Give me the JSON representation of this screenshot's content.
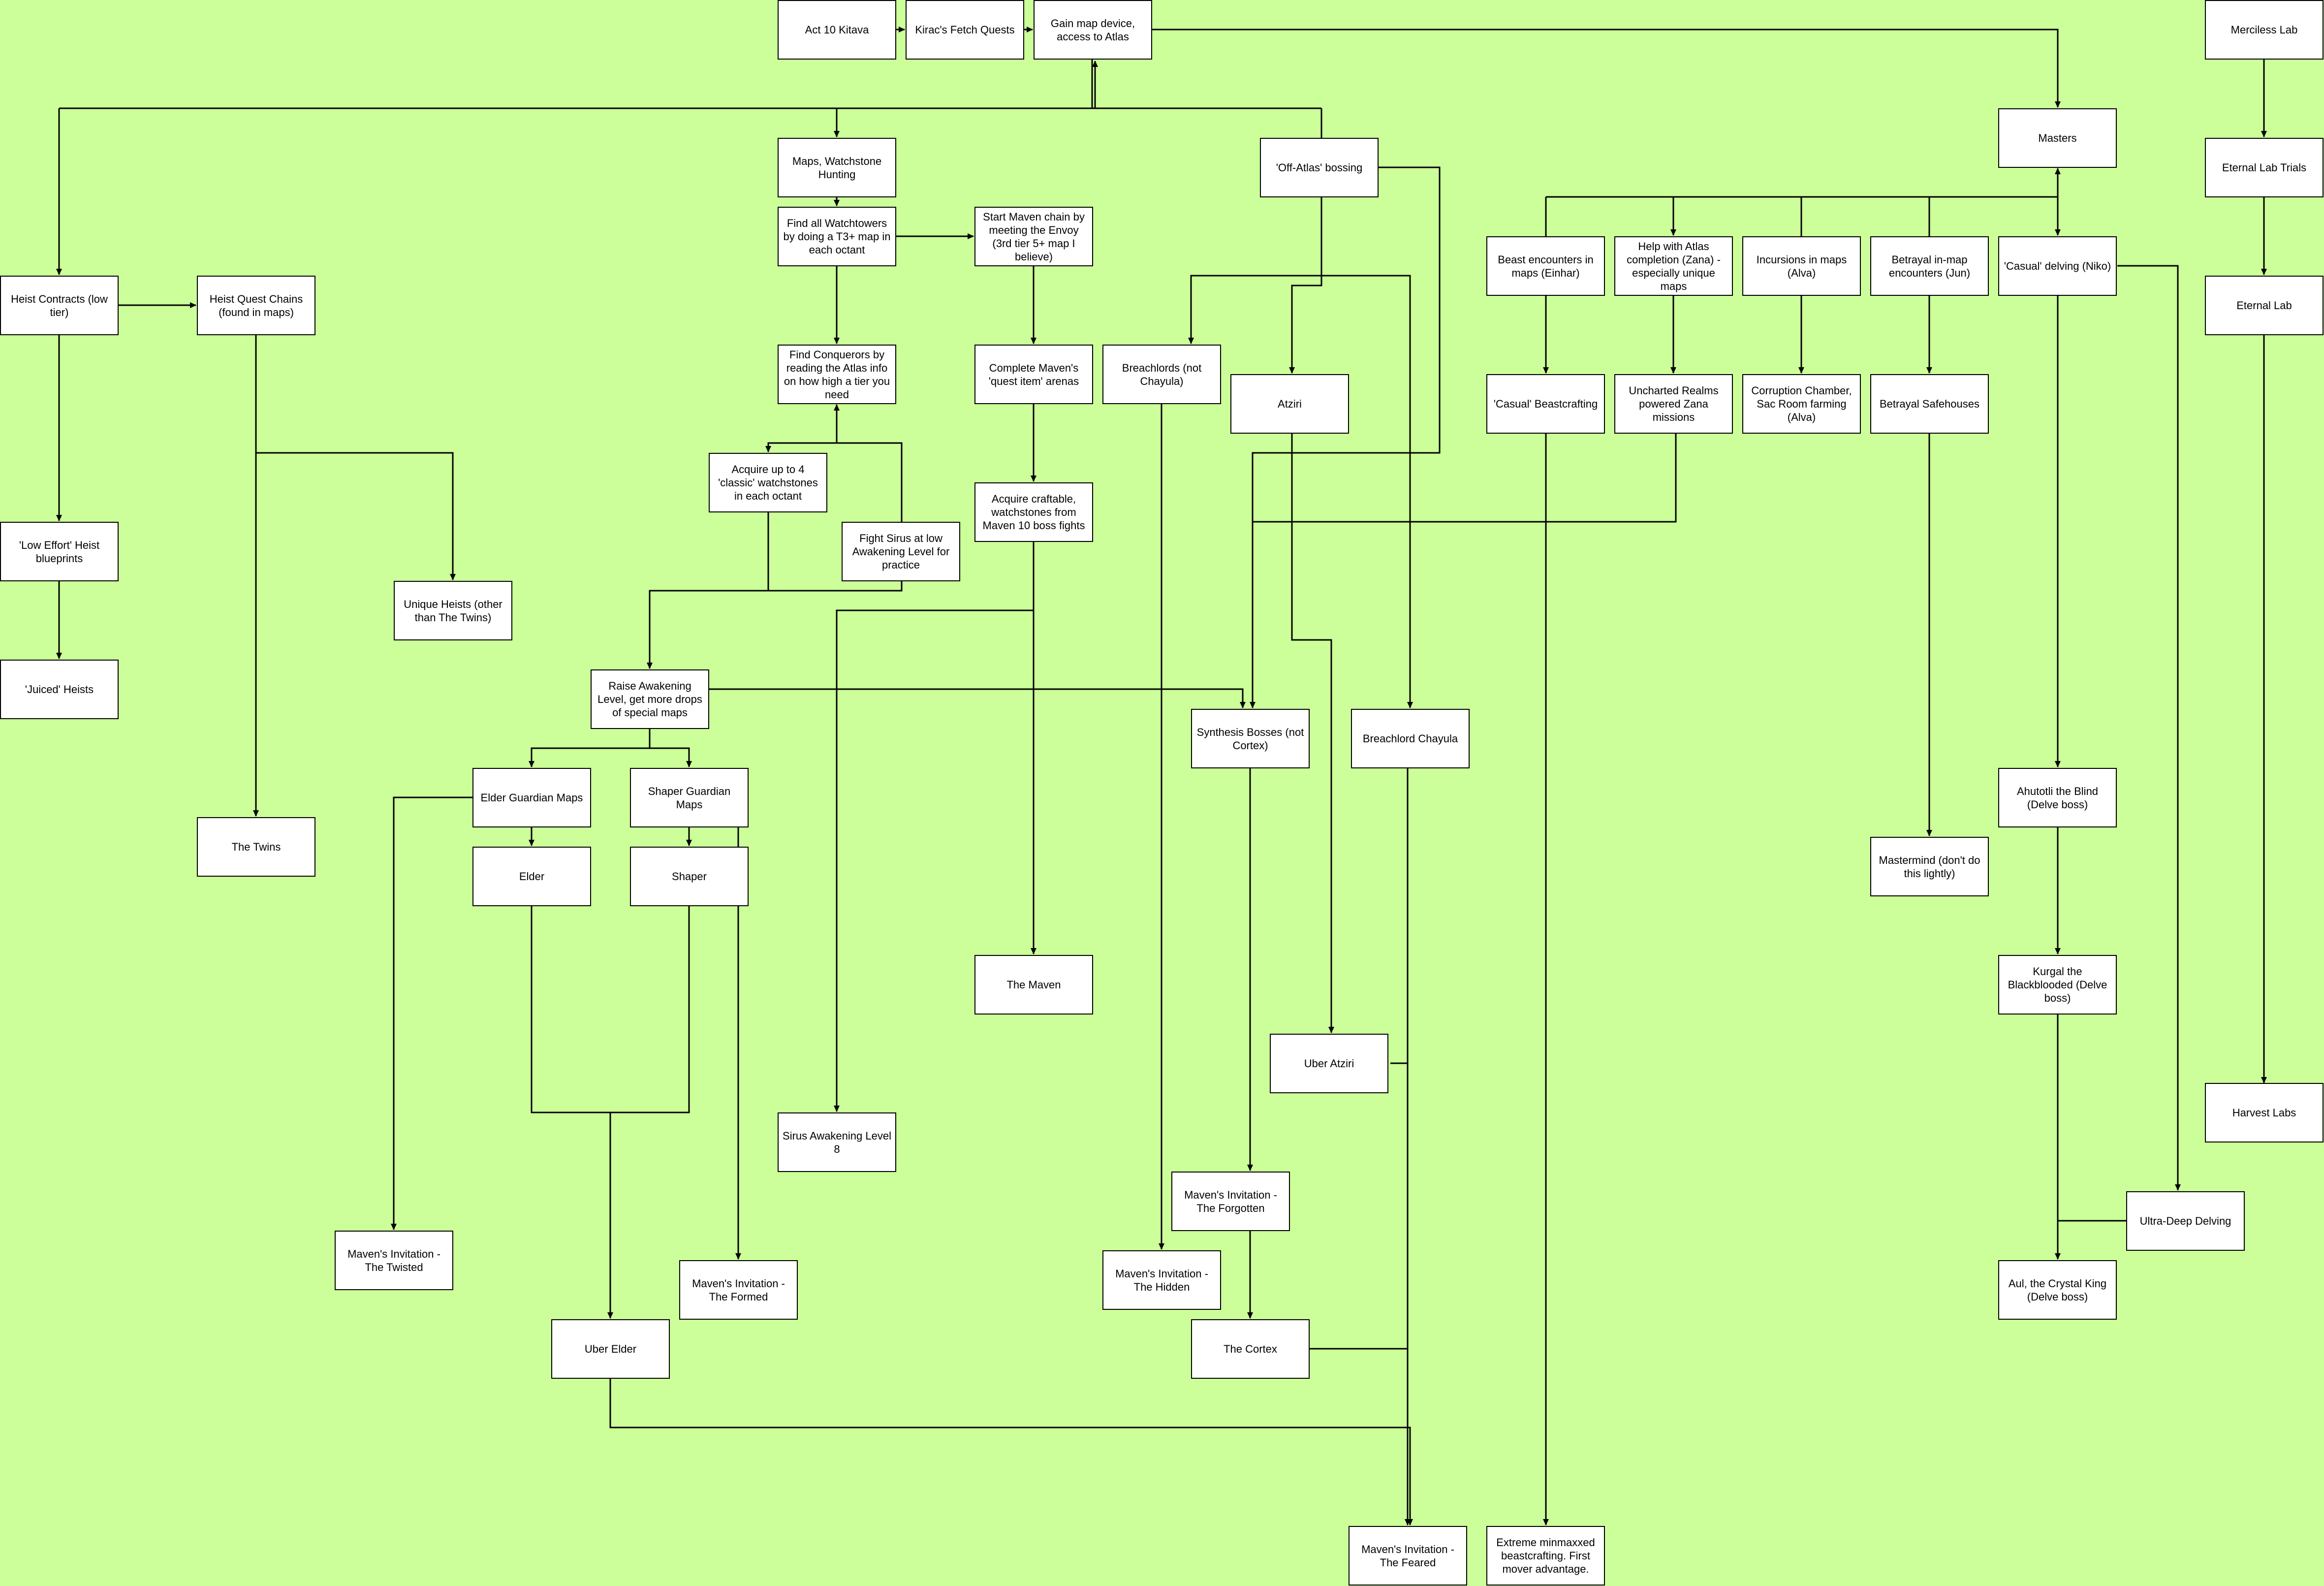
{
  "nodes": [
    {
      "id": "act10",
      "label": "Act 10 Kitava"
    },
    {
      "id": "kirac",
      "label": "Kirac's Fetch Quests"
    },
    {
      "id": "mapdevice",
      "label": "Gain map device, access to Atlas"
    },
    {
      "id": "merciless",
      "label": "Merciless Lab"
    },
    {
      "id": "masters",
      "label": "Masters"
    },
    {
      "id": "maps",
      "label": "Maps, Watchstone Hunting"
    },
    {
      "id": "offatlas",
      "label": "'Off-Atlas' bossing"
    },
    {
      "id": "eternaltrials",
      "label": "Eternal Lab Trials"
    },
    {
      "id": "watchtowers",
      "label": "Find all Watchtowers by doing a T3+ map in each octant"
    },
    {
      "id": "startmaven",
      "label": "Start Maven chain by meeting the Envoy (3rd tier 5+ map I believe)"
    },
    {
      "id": "beast",
      "label": "Beast encounters in maps (Einhar)"
    },
    {
      "id": "zana",
      "label": "Help with Atlas completion (Zana) - especially unique maps"
    },
    {
      "id": "incursions",
      "label": "Incursions in maps (Alva)"
    },
    {
      "id": "betrayal",
      "label": "Betrayal in-map encounters (Jun)"
    },
    {
      "id": "delving",
      "label": "'Casual' delving (Niko)"
    },
    {
      "id": "heistcontracts",
      "label": "Heist Contracts (low tier)"
    },
    {
      "id": "heistquest",
      "label": "Heist Quest Chains (found in maps)"
    },
    {
      "id": "eternallab",
      "label": "Eternal Lab"
    },
    {
      "id": "conquerors",
      "label": "Find Conquerors by reading the Atlas info on how high a tier you need"
    },
    {
      "id": "completemaven",
      "label": "Complete Maven's 'quest item' arenas"
    },
    {
      "id": "breachlords",
      "label": "Breachlords (not Chayula)"
    },
    {
      "id": "atziri",
      "label": "Atziri"
    },
    {
      "id": "beastcraft",
      "label": "'Casual' Beastcrafting"
    },
    {
      "id": "uncharted",
      "label": "Uncharted Realms powered Zana missions"
    },
    {
      "id": "corruption",
      "label": "Corruption Chamber, Sac Room farming (Alva)"
    },
    {
      "id": "safehouses",
      "label": "Betrayal Safehouses"
    },
    {
      "id": "classicws",
      "label": "Acquire up to 4 'classic' watchstones in each octant"
    },
    {
      "id": "craftable",
      "label": "Acquire craftable, watchstones from Maven 10 boss fights"
    },
    {
      "id": "lowheist",
      "label": "'Low Effort' Heist blueprints"
    },
    {
      "id": "sirusprac",
      "label": "Fight Sirus at low Awakening Level for practice"
    },
    {
      "id": "uniqueheists",
      "label": "Unique Heists (other than The Twins)"
    },
    {
      "id": "juiced",
      "label": "'Juiced' Heists"
    },
    {
      "id": "awakening",
      "label": "Raise Awakening Level, get more drops of special maps"
    },
    {
      "id": "synthesis",
      "label": "Synthesis Bosses (not Cortex)"
    },
    {
      "id": "chayula",
      "label": "Breachlord Chayula"
    },
    {
      "id": "elderguard",
      "label": "Elder Guardian Maps"
    },
    {
      "id": "shaperguard",
      "label": "Shaper Guardian Maps"
    },
    {
      "id": "ahuzotli",
      "label": "Ahutotli the Blind (Delve boss)"
    },
    {
      "id": "twins",
      "label": "The Twins"
    },
    {
      "id": "elder",
      "label": "Elder"
    },
    {
      "id": "shaper",
      "label": "Shaper"
    },
    {
      "id": "mastermind",
      "label": "Mastermind (don't do this lightly)"
    },
    {
      "id": "maven",
      "label": "The Maven"
    },
    {
      "id": "kurgal",
      "label": "Kurgal the Blackblooded (Delve boss)"
    },
    {
      "id": "uberatziri",
      "label": "Uber Atziri"
    },
    {
      "id": "harvest",
      "label": "Harvest Labs"
    },
    {
      "id": "sirus8",
      "label": "Sirus Awakening Level 8"
    },
    {
      "id": "forgotten",
      "label": "Maven's Invitation - The Forgotten"
    },
    {
      "id": "ultradeep",
      "label": "Ultra-Deep Delving"
    },
    {
      "id": "twisted",
      "label": "Maven's Invitation - The Twisted"
    },
    {
      "id": "hidden",
      "label": "Maven's Invitation - The Hidden"
    },
    {
      "id": "formed",
      "label": "Maven's Invitation - The Formed"
    },
    {
      "id": "aul",
      "label": "Aul, the Crystal King (Delve boss)"
    },
    {
      "id": "uberelder",
      "label": "Uber Elder"
    },
    {
      "id": "cortex",
      "label": "The Cortex"
    },
    {
      "id": "feared",
      "label": "Maven's Invitation - The Feared"
    },
    {
      "id": "minmaxed",
      "label": "Extreme minmaxxed beastcrafting. First mover advantage."
    }
  ]
}
